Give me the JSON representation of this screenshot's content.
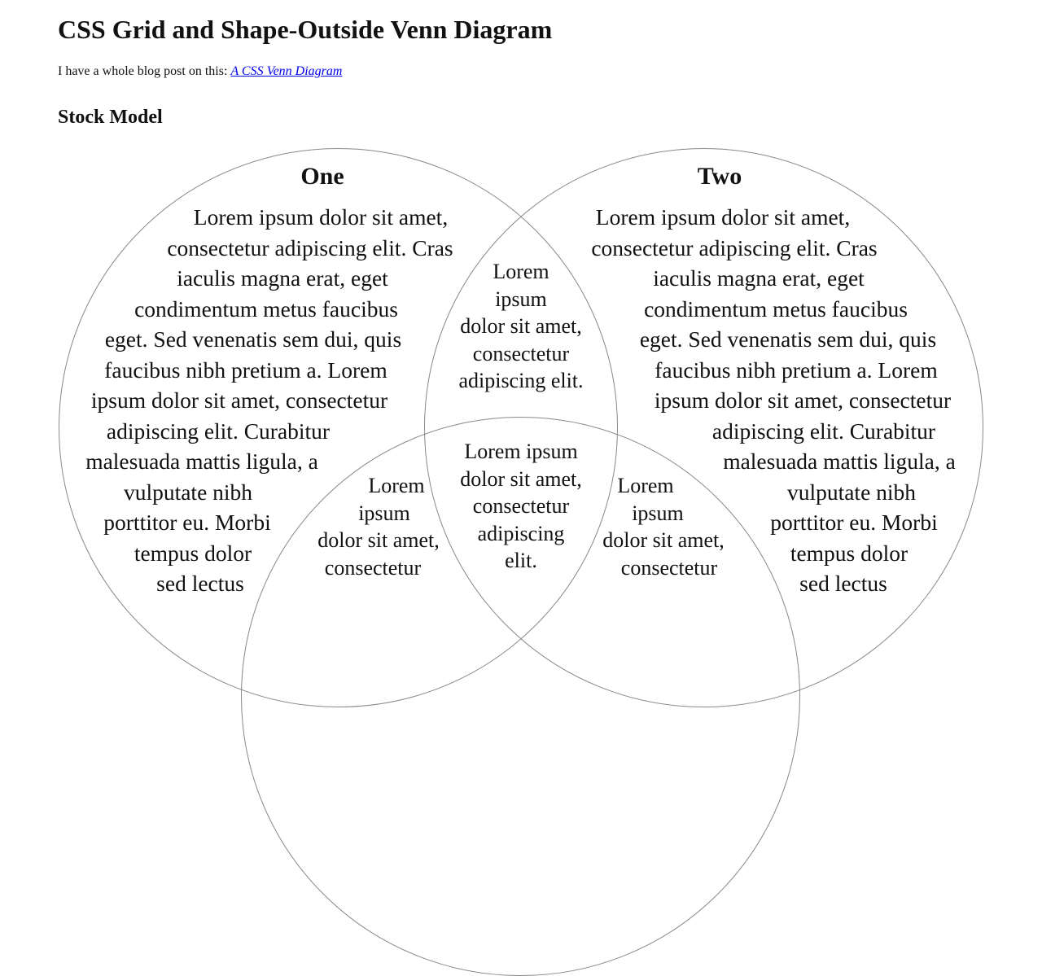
{
  "page": {
    "title": "CSS Grid and Shape-Outside Venn Diagram",
    "intro_text": "I have a whole blog post on this: ",
    "intro_link": "A CSS Venn Diagram",
    "section_heading": "Stock Model"
  },
  "colors": {
    "link_blue": "#0000EE",
    "circle_outline_gray": "#888888",
    "text_black": "#111111"
  },
  "venn": {
    "circle_one": {
      "title": "One",
      "lines": [
        "Lorem ipsum dolor sit amet,",
        "consectetur adipiscing elit. Cras",
        "iaculis magna erat, eget",
        "condimentum metus faucibus",
        "eget. Sed venenatis sem dui, quis",
        "faucibus nibh pretium a. Lorem",
        "ipsum dolor sit amet, consectetur",
        "adipiscing elit. Curabitur",
        "malesuada mattis ligula, a",
        "vulputate nibh",
        "porttitor eu. Morbi",
        "tempus dolor",
        "sed lectus"
      ]
    },
    "circle_two": {
      "title": "Two",
      "lines": [
        "Lorem ipsum dolor sit amet,",
        "consectetur adipiscing elit. Cras",
        "iaculis magna erat, eget",
        "condimentum metus faucibus",
        "eget. Sed venenatis sem dui, quis",
        "faucibus nibh pretium a. Lorem",
        "ipsum dolor sit amet, consectetur",
        "adipiscing elit. Curabitur",
        "malesuada mattis ligula, a",
        "vulputate nibh",
        "porttitor eu. Morbi",
        "tempus dolor",
        "sed lectus"
      ]
    },
    "intersection_one_two": {
      "lines": [
        "Lorem",
        "ipsum",
        "dolor sit amet,",
        "consectetur",
        "adipiscing elit."
      ]
    },
    "intersection_one_two_three": {
      "lines": [
        "Lorem ipsum",
        "dolor sit amet,",
        "consectetur",
        "adipiscing",
        "elit."
      ]
    },
    "intersection_one_three": {
      "lines": [
        "Lorem",
        "ipsum",
        "dolor sit amet,",
        "consectetur"
      ]
    },
    "intersection_two_three": {
      "lines": [
        "Lorem",
        "ipsum",
        "dolor sit amet,",
        "consectetur"
      ]
    }
  }
}
